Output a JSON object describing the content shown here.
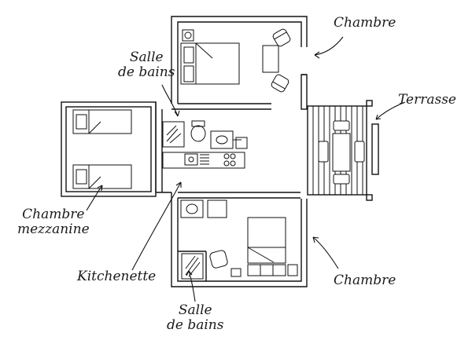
{
  "labels": {
    "chambre_top": "Chambre",
    "salle_top_1": "Salle",
    "salle_top_2": "de bains",
    "terrasse": "Terrasse",
    "mezzanine_1": "Chambre",
    "mezzanine_2": "mezzanine",
    "kitchenette": "Kitchenette",
    "chambre_bottom": "Chambre",
    "salle_bottom_1": "Salle",
    "salle_bottom_2": "de bains"
  }
}
